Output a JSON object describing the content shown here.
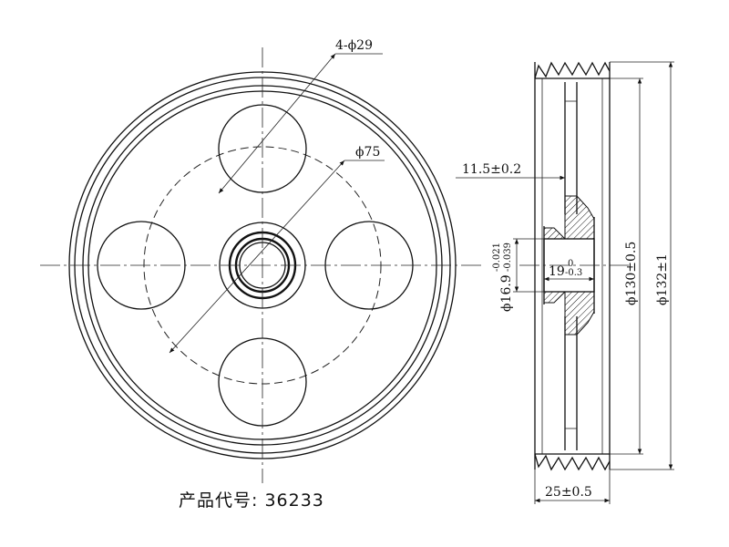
{
  "drawing": {
    "holes_label": "4-ϕ29",
    "bolt_circle_label": "ϕ75",
    "offset_label": "11.5±0.2",
    "bore_label": "ϕ16.9",
    "bore_tol_upper": "-0.021",
    "bore_tol_lower": "-0.039",
    "hub_label": "19",
    "hub_tol_upper": "0",
    "hub_tol_lower": "-0.3",
    "diameter_inner_label": "ϕ130±0.5",
    "diameter_outer_label": "ϕ132±1",
    "width_label": "25±0.5"
  },
  "footer": {
    "product_code_prefix": "产品代号:",
    "product_code_value": "36233"
  }
}
